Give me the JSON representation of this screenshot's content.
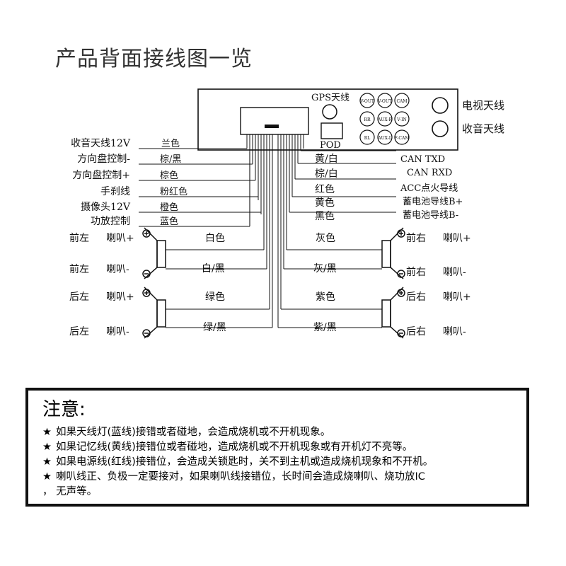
{
  "title": "产品背面接线图一览",
  "unit": {
    "gps": "GPS天线",
    "pod": "POD",
    "ports": [
      "V-OUT",
      "V-OUT",
      "CAM",
      "RR",
      "AUX-R",
      "V-IN",
      "RL",
      "AUX-L",
      "F-CAM"
    ]
  },
  "antennas": {
    "tv": "电视天线",
    "radio": "收音天线"
  },
  "left_labels": [
    {
      "name": "收音天线12V",
      "color": "兰色"
    },
    {
      "name": "方向盘控制-",
      "color": "棕/黑"
    },
    {
      "name": "方向盘控制+",
      "color": "棕色"
    },
    {
      "name": "手刹线",
      "color": "粉红色"
    },
    {
      "name": "摄像头12V",
      "color": "橙色"
    },
    {
      "name": "功放控制",
      "color": "蓝色"
    }
  ],
  "right_labels": [
    {
      "color": "黄/白",
      "name": "CAN TXD"
    },
    {
      "color": "棕/白",
      "name": "CAN RXD"
    },
    {
      "color": "红色",
      "name": "ACC点火导线"
    },
    {
      "color": "黄色",
      "name": "蓄电池导线B+"
    },
    {
      "color": "黑色",
      "name": "蓄电池导线B-"
    }
  ],
  "speakers": {
    "front_left": {
      "pos": "前左",
      "plus": "喇叭+",
      "minus": "喇叭-",
      "wire_plus": "白色",
      "wire_minus": "白/黑"
    },
    "rear_left": {
      "pos": "后左",
      "plus": "喇叭+",
      "minus": "喇叭-",
      "wire_plus": "绿色",
      "wire_minus": "绿/黑"
    },
    "front_right": {
      "pos": "前右",
      "plus": "喇叭+",
      "minus": "喇叭-",
      "wire_plus": "灰色",
      "wire_minus": "灰/黑"
    },
    "rear_right": {
      "pos": "后右",
      "plus": "喇叭+",
      "minus": "喇叭-",
      "wire_plus": "紫色",
      "wire_minus": "紫/黑"
    }
  },
  "notes": {
    "title": "注意:",
    "star": "★",
    "lines": [
      "如果天线灯(蓝线)接错或者碰地，会造成烧机或不开机现象。",
      "如果记忆线(黄线)接错位或者碰地，造成烧机或不开机现象或有开机灯不亮等。",
      "如果电源线(红线)接错位，会造成关锁匙时，关不到主机或造成烧机现象和不开机。",
      "喇叭线正、负极一定要接对，如果喇叭线接错位，长时间会造成烧喇叭、烧功放IC",
      "，  无声等。"
    ]
  }
}
